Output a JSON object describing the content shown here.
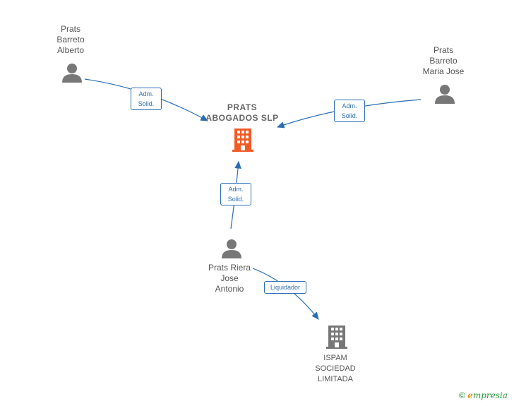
{
  "nodes": {
    "center": {
      "lines": [
        "PRATS",
        "ABOGADOS SLP"
      ],
      "color": "#f15a24"
    },
    "p1": {
      "lines": [
        "Prats",
        "Barreto",
        "Alberto"
      ]
    },
    "p2": {
      "lines": [
        "Prats",
        "Barreto",
        "Maria Jose"
      ]
    },
    "p3": {
      "lines": [
        "Prats Riera",
        "Jose",
        "Antonio"
      ]
    },
    "co2": {
      "lines": [
        "ISPAM",
        "SOCIEDAD",
        "LIMITADA"
      ]
    }
  },
  "edges": {
    "e1": {
      "lines": [
        "Adm.",
        "Solid."
      ]
    },
    "e2": {
      "lines": [
        "Adm.",
        "Solid."
      ]
    },
    "e3": {
      "lines": [
        "Adm.",
        "Solid."
      ]
    },
    "e4": {
      "lines": [
        "Liquidador"
      ]
    }
  },
  "colors": {
    "edge": "#2a6db5",
    "person": "#777777",
    "company": "#777777"
  },
  "brand": {
    "copyright": "©",
    "e": "e",
    "rest": "mpresia"
  }
}
